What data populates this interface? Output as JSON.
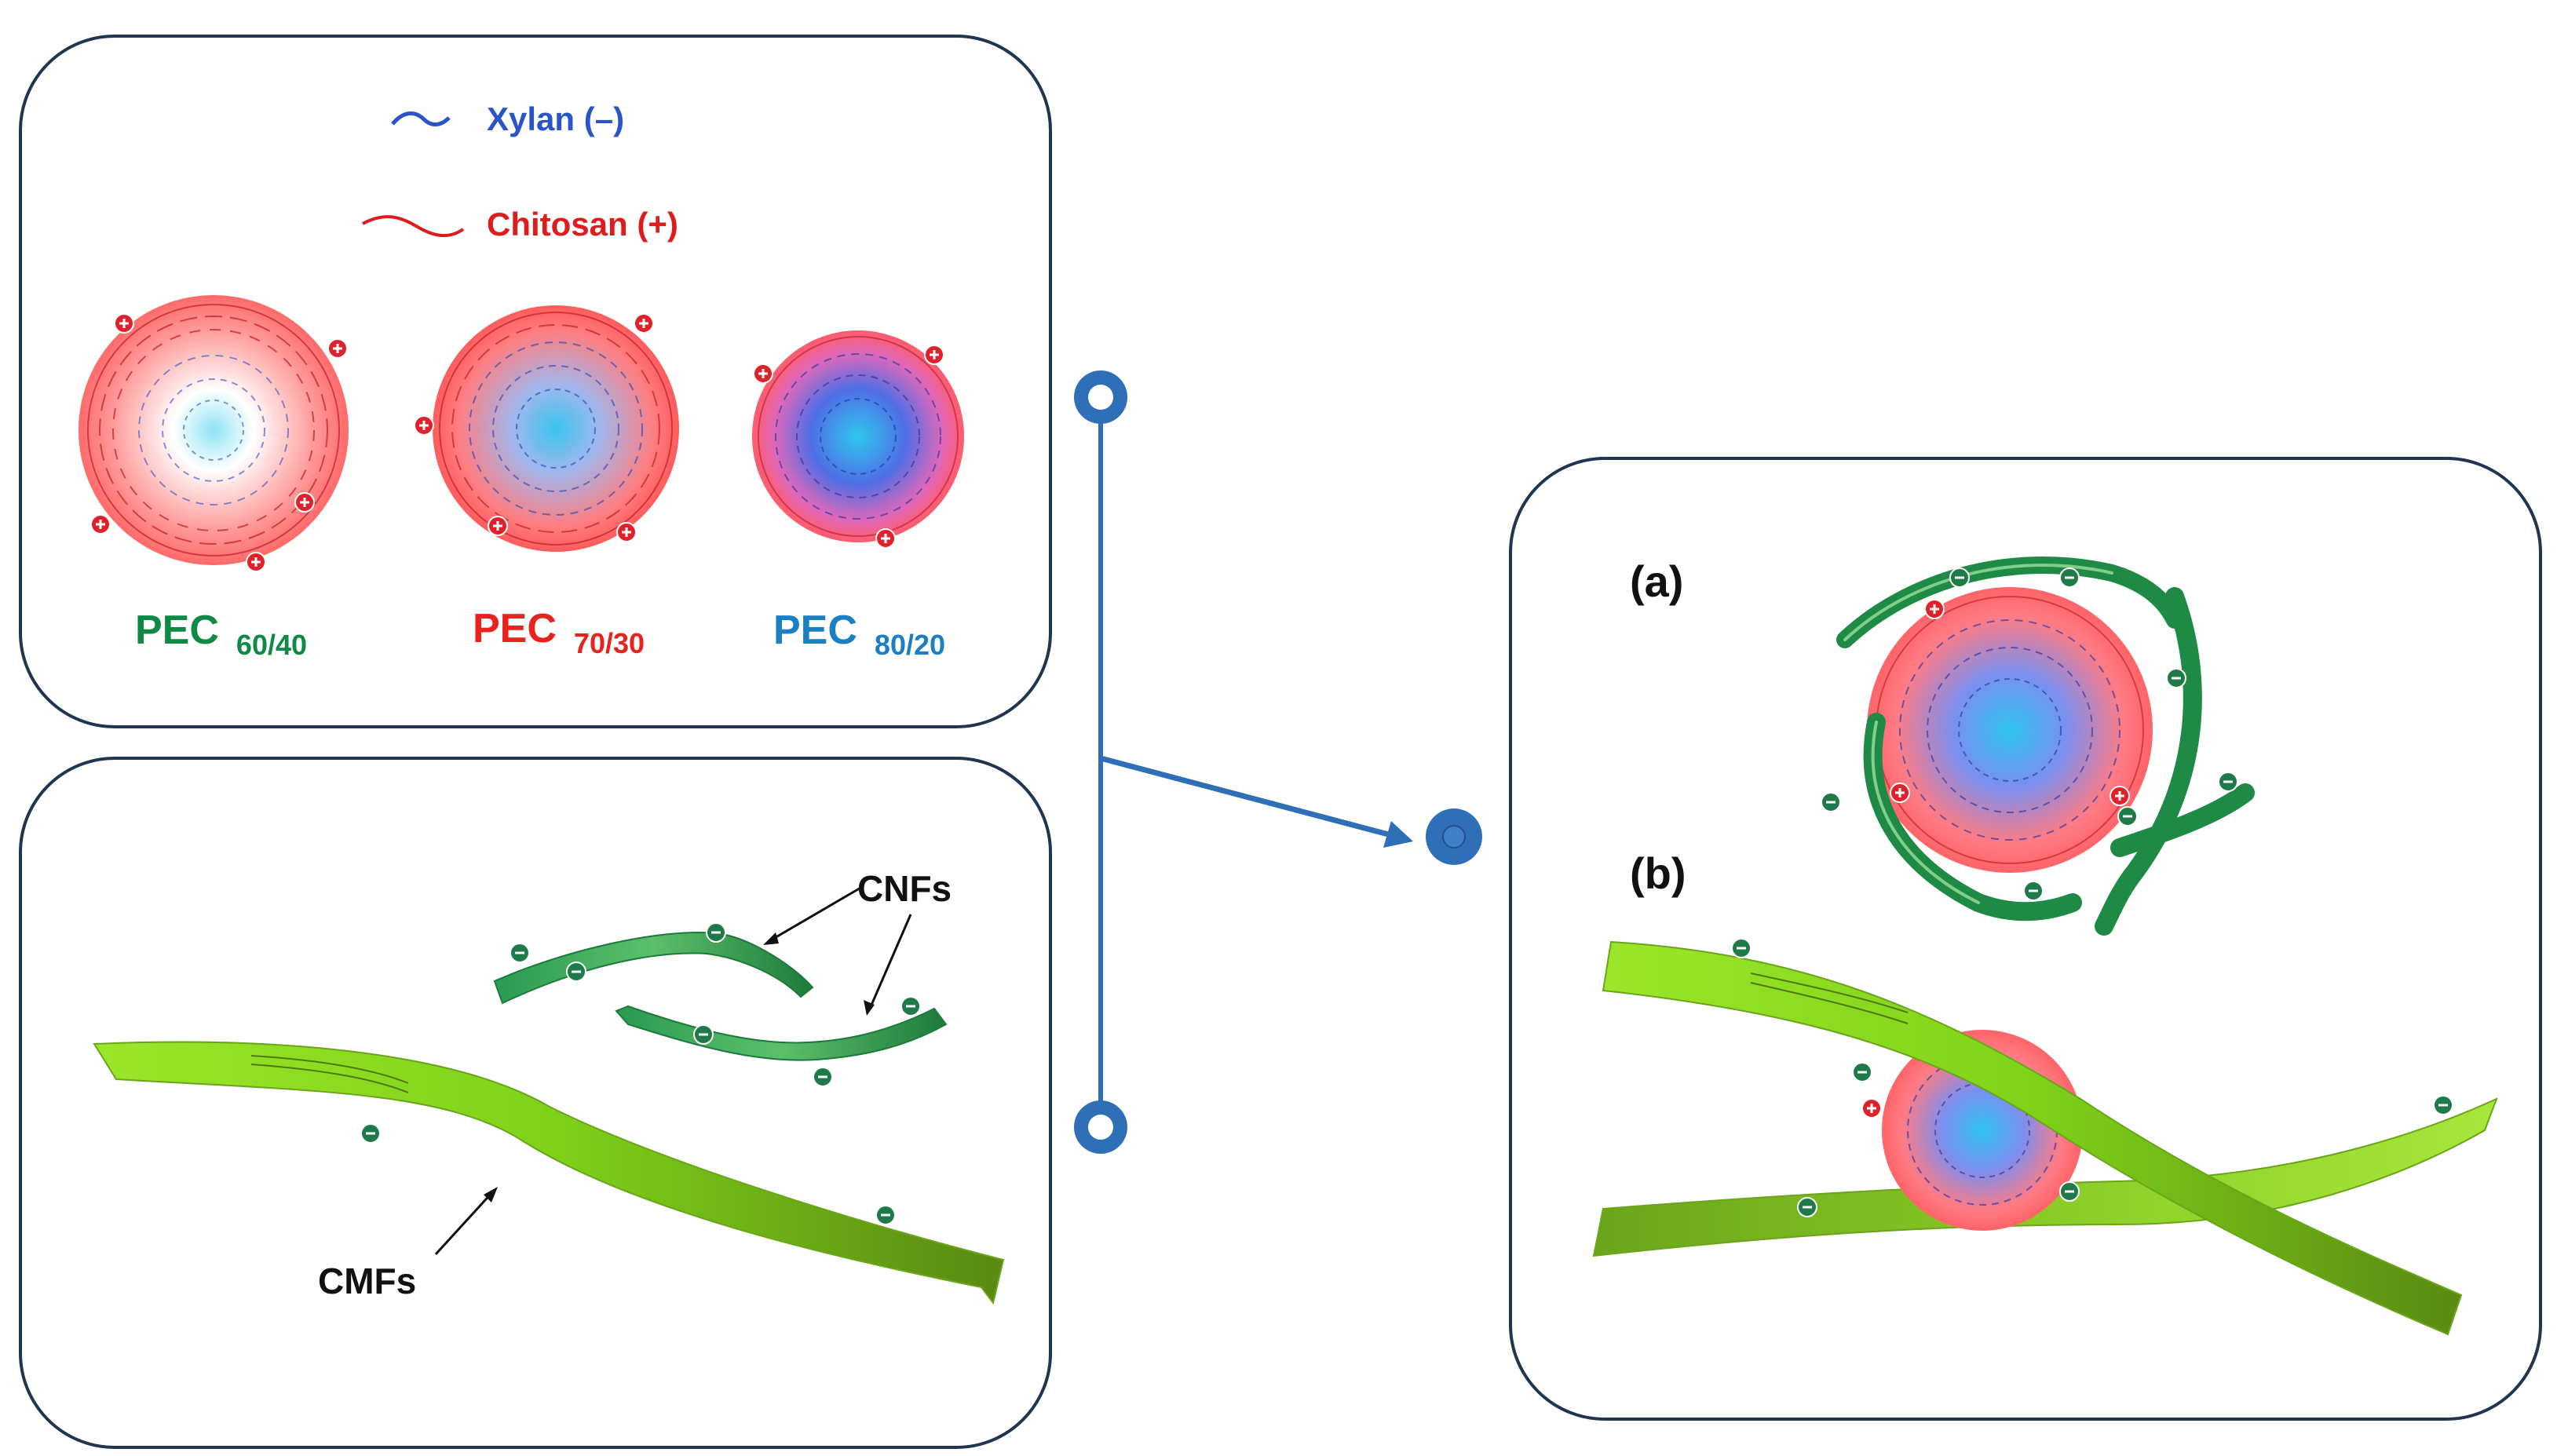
{
  "legend": {
    "xylan": "Xylan (–)",
    "chitosan": "Chitosan (+)"
  },
  "pec": [
    {
      "prefix": "PEC",
      "ratio": "60/40",
      "color": "#0f8a45"
    },
    {
      "prefix": "PEC",
      "ratio": "70/30",
      "color": "#e8221c"
    },
    {
      "prefix": "PEC",
      "ratio": "80/20",
      "color": "#1b7fc4"
    }
  ],
  "fibers": {
    "cnf_label": "CNFs",
    "cmf_label": "CMFs"
  },
  "result": {
    "label_a": "(a)",
    "label_b": "(b)"
  },
  "colors": {
    "frame": "#1f3550",
    "connector": "#2f6fb8",
    "xylan": "#2a55c8",
    "chitosan": "#e01b1b",
    "cnf": "#1e8a45",
    "cmf": "#8ad21a",
    "charge_pos": "#e0202a",
    "charge_neg": "#1f7a4a"
  },
  "icons": [
    "plus-charge-icon",
    "minus-charge-icon",
    "connector-node-icon"
  ]
}
